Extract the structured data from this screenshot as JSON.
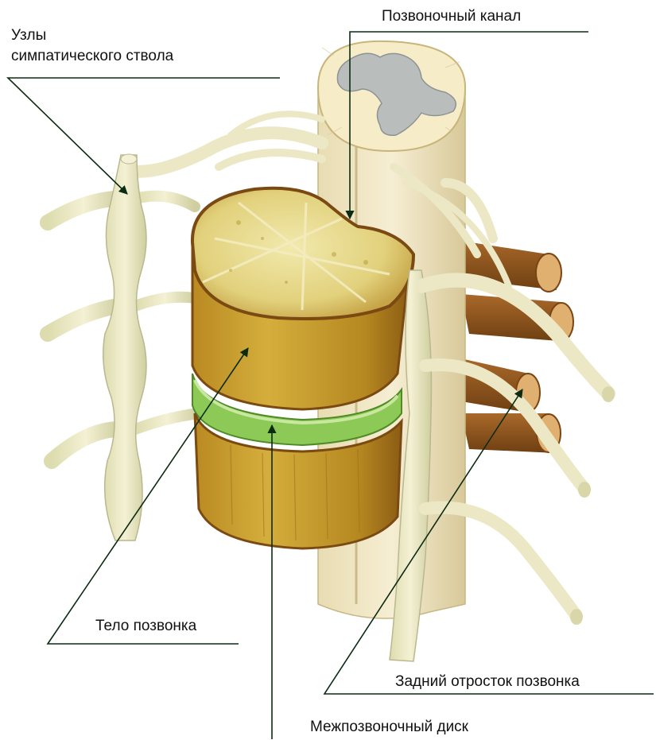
{
  "labels": {
    "sympathetic_nodes": [
      "Узлы",
      "симпатического ствола"
    ],
    "spinal_canal": "Позвоночный канал",
    "vertebral_body": "Тело позвонка",
    "posterior_process": "Задний отросток позвонка",
    "intervertebral_disc": "Межпозвоночный диск"
  },
  "colors": {
    "leader_line": "#0b2b12",
    "bone_outer": "#8a5a17",
    "bone_mid": "#c9a232",
    "bone_light": "#e9dd98",
    "disc_green": "#7fc24a",
    "nerve": "#eee9c2",
    "nerve_shadow": "#c9c89a",
    "cord": "#f2e7c1",
    "grey_matter": "#b8bcbc",
    "rib": "#8a531a"
  }
}
